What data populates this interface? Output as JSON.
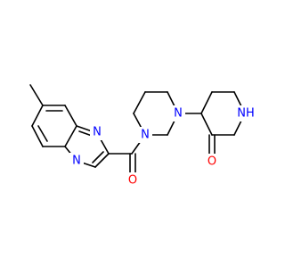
{
  "diagram": {
    "type": "chemical-structure",
    "atom_labels": {
      "n_imidazole": "N",
      "n_bridgehead_pyridine": "N",
      "n_piperazine_acyl": "N",
      "n_bridgehead_pyrazine": "N",
      "nh_lactam": "NH",
      "o_carbonyl_amide": "O",
      "o_carbonyl_lactam": "O"
    },
    "colors": {
      "bond": "#000000",
      "nitrogen": "#0000ff",
      "oxygen": "#ff0000",
      "background": "#ffffff"
    }
  }
}
